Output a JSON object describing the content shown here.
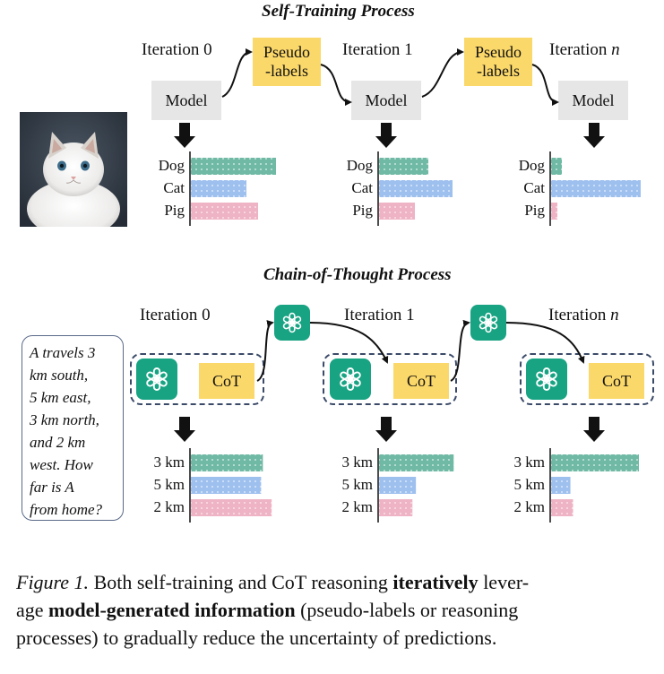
{
  "self_training": {
    "title": "Self-Training Process",
    "iterations": [
      {
        "label": "Iteration 0",
        "model": "Model"
      },
      {
        "label": "Iteration 1",
        "model": "Model"
      },
      {
        "label": "Iteration",
        "label_var": "n",
        "model": "Model"
      }
    ],
    "pseudo": [
      {
        "line1": "Pseudo",
        "line2": "-labels"
      },
      {
        "line1": "Pseudo",
        "line2": "-labels"
      }
    ],
    "categories": [
      "Dog",
      "Cat",
      "Pig"
    ],
    "predictions": [
      [
        0.95,
        0.62,
        0.75
      ],
      [
        0.55,
        0.82,
        0.4
      ],
      [
        0.12,
        1.0,
        0.07
      ]
    ]
  },
  "cot": {
    "title": "Chain-of-Thought  Process",
    "iterations": [
      {
        "label": "Iteration 0",
        "cot": "CoT"
      },
      {
        "label": "Iteration 1",
        "cot": "CoT"
      },
      {
        "label": "Iteration",
        "label_var": "n",
        "cot": "CoT"
      }
    ],
    "question_lines": [
      "A travels 3",
      "km south,",
      "5 km east,",
      "3 km north,",
      "and 2 km",
      "west. How",
      "far is A",
      "from home?"
    ],
    "categories": [
      "3 km",
      "5 km",
      "2 km"
    ],
    "predictions": [
      [
        0.82,
        0.8,
        0.92
      ],
      [
        0.85,
        0.42,
        0.38
      ],
      [
        1.0,
        0.22,
        0.25
      ]
    ]
  },
  "colors": {
    "teal": "#6fb9a5",
    "blue": "#9ec0ee",
    "pink": "#eeb3c4",
    "gold": "#fbd86a",
    "gpt_green": "#18a383",
    "model_gray": "#e6e6e6"
  },
  "icons": {
    "arrow": "down-arrow-icon",
    "gpt": "chatgpt-logo-icon",
    "cat": "cat-photo"
  },
  "caption": {
    "label": "Figure 1.",
    "p1": "Both self-training and CoT reasoning",
    "b1": "iteratively",
    "p2": "lever-",
    "p3": "age",
    "b2": "model-generated information",
    "p4": "(pseudo-labels or reasoning",
    "p5": "processes) to gradually reduce the uncertainty of predictions."
  }
}
